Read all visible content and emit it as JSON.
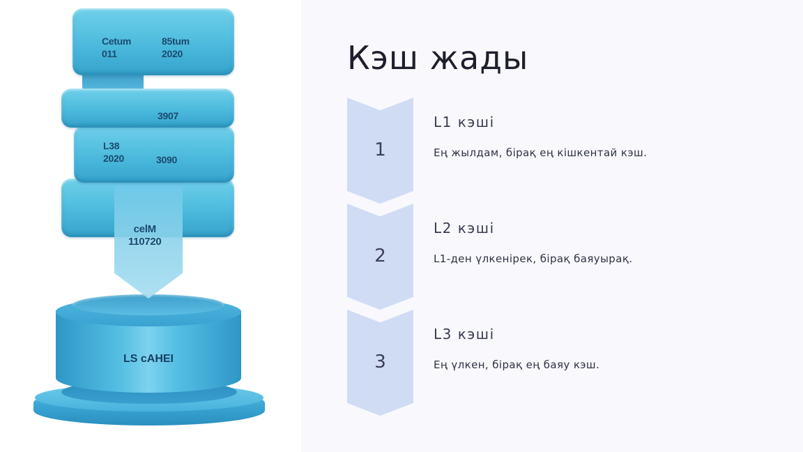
{
  "slide": {
    "title": "Кэш жады",
    "colors": {
      "background": "#f8f8fd",
      "chevron": "#cfdcf4",
      "title_text": "#1e1e2c",
      "illustration_blue": "#4cbadd"
    }
  },
  "illustration": {
    "blocks": [
      {
        "col1": "Cetum\n011",
        "col2": "85tum\n2020"
      },
      {
        "col1": "",
        "col2": "3907"
      },
      {
        "col1": "L38\n2020",
        "col2": "3090"
      },
      {
        "col1": "",
        "col2": ""
      }
    ],
    "funnel_text": "celM\n110720",
    "cylinder_label": "LS cAHEI"
  },
  "steps": [
    {
      "number": "1",
      "title": "L1 кэші",
      "description": "Ең жылдам, бірақ ең кішкентай кэш."
    },
    {
      "number": "2",
      "title": "L2 кэші",
      "description": "L1-ден үлкенірек, бірақ баяуырақ."
    },
    {
      "number": "3",
      "title": "L3 кэші",
      "description": "Ең үлкен, бірақ ең баяу кэш."
    }
  ]
}
